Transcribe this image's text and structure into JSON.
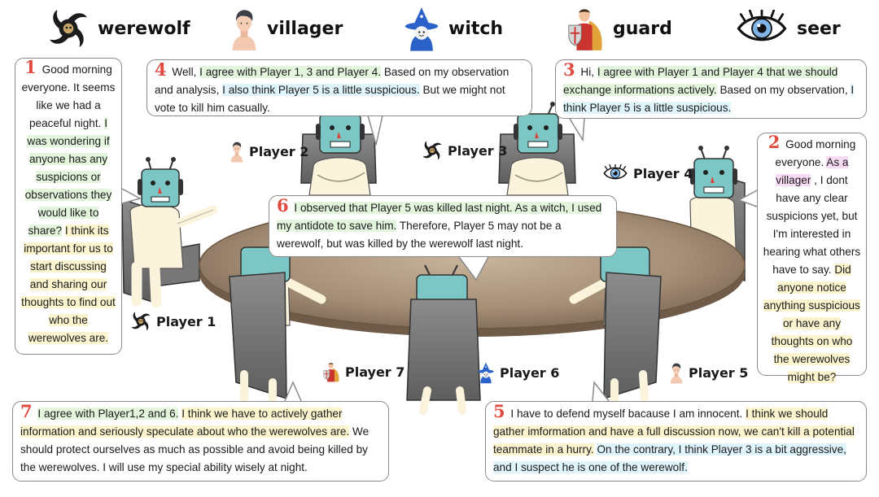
{
  "legend": [
    {
      "icon": "werewolf-icon",
      "label": "werewolf"
    },
    {
      "icon": "villager-icon",
      "label": "villager"
    },
    {
      "icon": "witch-icon",
      "label": "witch"
    },
    {
      "icon": "guard-icon",
      "label": "guard"
    },
    {
      "icon": "seer-icon",
      "label": "seer"
    }
  ],
  "players": {
    "p1": {
      "label": "Player 1",
      "role_icon": "werewolf-icon"
    },
    "p2": {
      "label": "Player 2",
      "role_icon": "villager-icon"
    },
    "p3": {
      "label": "Player 3",
      "role_icon": "werewolf-icon"
    },
    "p4": {
      "label": "Player 4",
      "role_icon": "seer-icon"
    },
    "p5": {
      "label": "Player 5",
      "role_icon": "villager-icon"
    },
    "p6": {
      "label": "Player 6",
      "role_icon": "witch-icon"
    },
    "p7": {
      "label": "Player 7",
      "role_icon": "guard-icon"
    }
  },
  "bubbles": {
    "b1": {
      "num": "1",
      "parts": [
        "Good morning everyone. It seems like we had a peaceful night.",
        "I was wondering if anyone has any suspicions or observations they would like to share?",
        "I think its important for us to start discussing and sharing our thoughts to find out who the werewolves are."
      ]
    },
    "b2": {
      "num": "2",
      "parts": [
        "Good morning everyone.",
        "As a villager",
        ", I dont have any clear suspicions yet, but I'm interested in hearing what others have to say.",
        "Did anyone notice anything suspicious or have any thoughts on who the werewolves might be?"
      ]
    },
    "b3": {
      "num": "3",
      "parts": [
        "Hi,",
        "I agree with Player 1 and Player 4 that we should exchange informations actively.",
        "Based on my observation,",
        "I think Player 5 is a little suspicious."
      ]
    },
    "b4": {
      "num": "4",
      "parts": [
        "Well,",
        "I agree with Player 1, 3 and Player 4.",
        "Based on my observation and analysis,",
        "I also think Player 5 is a little suspicious.",
        "But we might not vote to kill him casually."
      ]
    },
    "b5": {
      "num": "5",
      "parts": [
        "I have to defend myself bacause I am innocent.",
        "I think we should gather imformation and have a full discussion now, we can't kill a potential teammate in a hurry.",
        "On the contrary, I think Player 3 is a bit aggressive, and I suspect he is one of the werewolf."
      ]
    },
    "b6": {
      "num": "6",
      "parts": [
        "I observed that Player 5 was killed last night. As a witch, I used my antidote to save him.",
        "Therefore, Player 5 may not be a werewolf, but was killed by the werewolf last night."
      ]
    },
    "b7": {
      "num": "7",
      "parts": [
        "I agree with Player1,2 and 6.",
        "I think we have to actively gather information and seriously speculate about who the werewolves are.",
        "We should protect ourselves as much as possible and avoid being killed by the werewolves. I will use my special ability wisely at night."
      ]
    }
  }
}
